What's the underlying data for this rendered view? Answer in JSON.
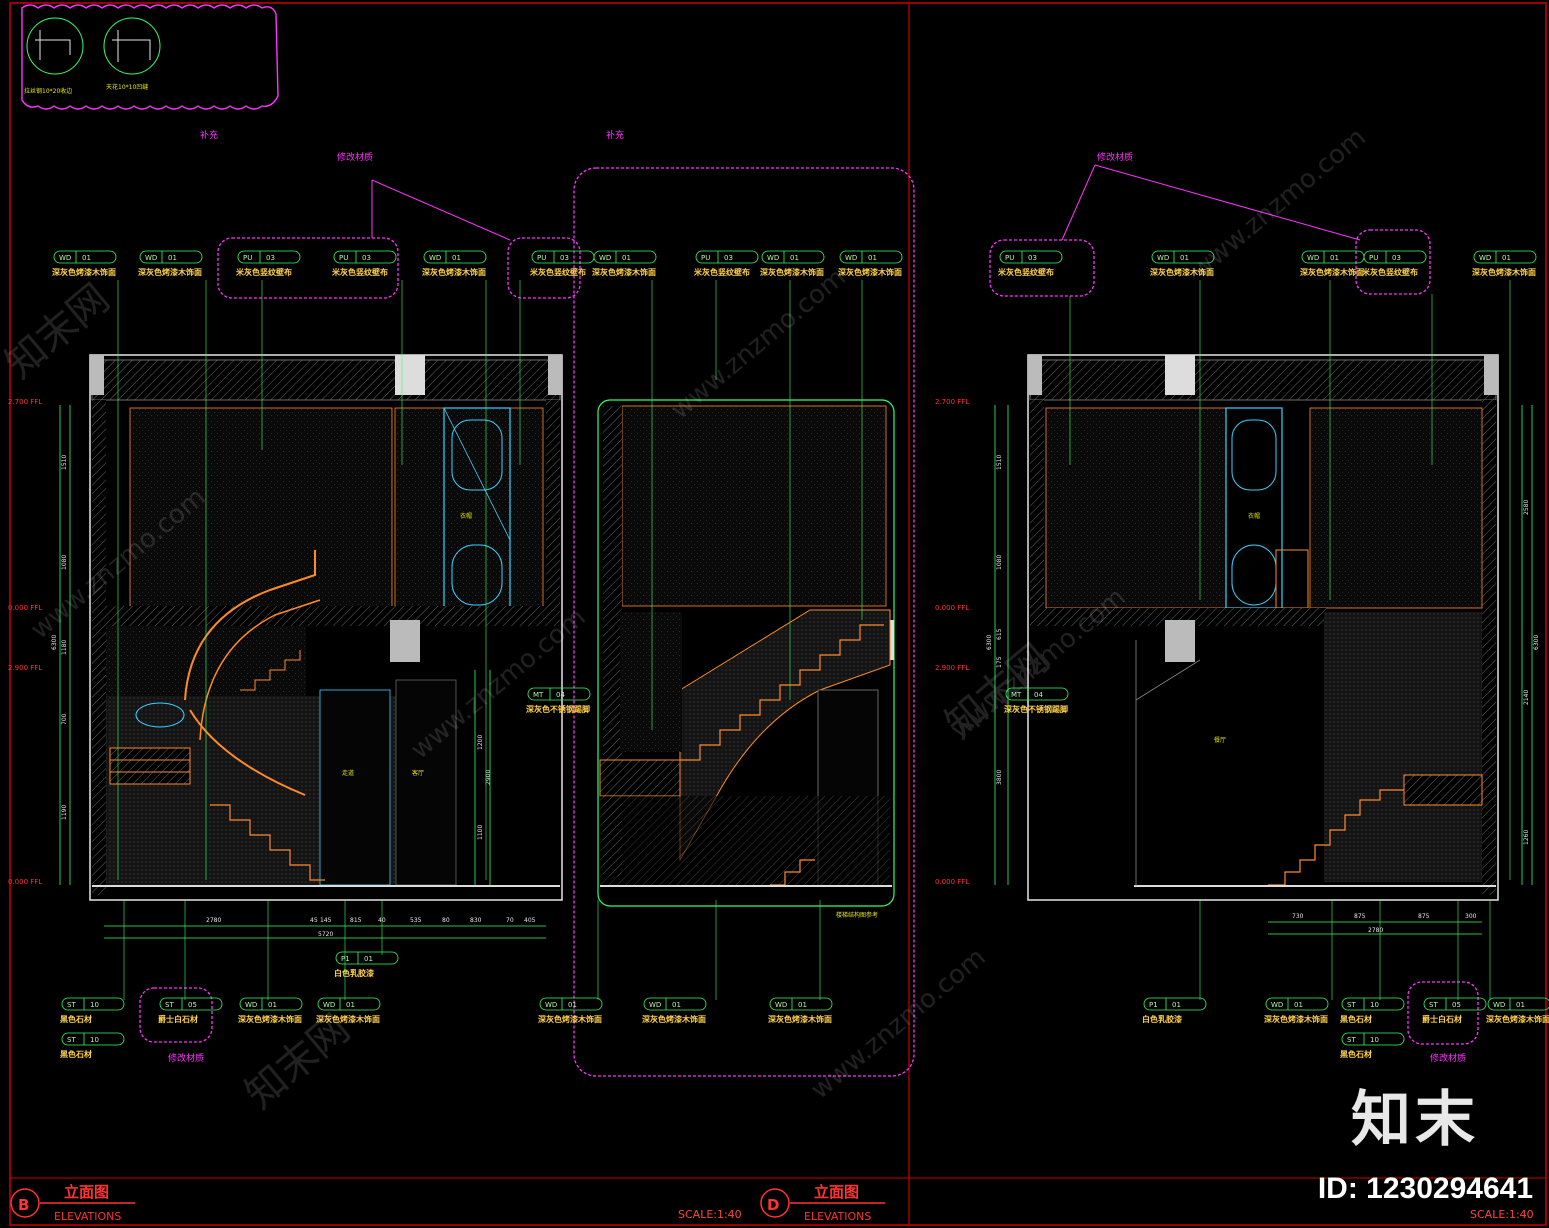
{
  "sheet": {
    "left_view": {
      "letter": "B",
      "title": "立面图",
      "subtitle": "ELEVATIONS",
      "scale": "SCALE:1:40"
    },
    "right_view": {
      "letter": "D",
      "title": "立面图",
      "subtitle": "ELEVATIONS",
      "scale": "SCALE:1:40"
    }
  },
  "details": {
    "detail1": "拉丝钢10*20收边",
    "detail2": "天花10*10凹缝"
  },
  "notes": {
    "supplement1": "补充",
    "supplement2": "补充",
    "revise1": "修改材质",
    "revise2": "修改材质",
    "revise3": "修改材质",
    "revise4": "修改材质",
    "stair_note": "楼梯结构图参考"
  },
  "top_tags": [
    {
      "code": "WD",
      "num": "01",
      "label": "深灰色烤漆木饰面"
    },
    {
      "code": "WD",
      "num": "01",
      "label": "深灰色烤漆木饰面"
    },
    {
      "code": "PU",
      "num": "03",
      "label": "米灰色竖纹壁布"
    },
    {
      "code": "PU",
      "num": "03",
      "label": "米灰色竖纹壁布"
    },
    {
      "code": "WD",
      "num": "01",
      "label": "深灰色烤漆木饰面"
    },
    {
      "code": "PU",
      "num": "03",
      "label": "米灰色竖纹壁布"
    },
    {
      "code": "WD",
      "num": "01",
      "label": "深灰色烤漆木饰面"
    },
    {
      "code": "PU",
      "num": "03",
      "label": "米灰色竖纹壁布"
    },
    {
      "code": "WD",
      "num": "01",
      "label": "深灰色烤漆木饰面"
    },
    {
      "code": "WD",
      "num": "01",
      "label": "深灰色烤漆木饰面"
    },
    {
      "code": "PU",
      "num": "03",
      "label": "米灰色竖纹壁布"
    },
    {
      "code": "WD",
      "num": "01",
      "label": "深灰色烤漆木饰面"
    },
    {
      "code": "WD",
      "num": "01",
      "label": "深灰色烤漆木饰面"
    },
    {
      "code": "PU",
      "num": "03",
      "label": "米灰色竖纹壁布"
    },
    {
      "code": "WD",
      "num": "01",
      "label": "深灰色烤漆木饰面"
    }
  ],
  "mid_tags": [
    {
      "code": "MT",
      "num": "04",
      "label": "深灰色不锈钢踢脚"
    },
    {
      "code": "MT",
      "num": "04",
      "label": "深灰色不锈钢踢脚"
    }
  ],
  "bottom_tags": [
    {
      "code": "ST",
      "num": "10",
      "label": "黑色石材"
    },
    {
      "code": "ST",
      "num": "10",
      "label": "黑色石材"
    },
    {
      "code": "ST",
      "num": "05",
      "label": "爵士白石材"
    },
    {
      "code": "WD",
      "num": "01",
      "label": "深灰色烤漆木饰面"
    },
    {
      "code": "WD",
      "num": "01",
      "label": "深灰色烤漆木饰面"
    },
    {
      "code": "P1",
      "num": "01",
      "label": "白色乳胶漆"
    },
    {
      "code": "WD",
      "num": "01",
      "label": "深灰色烤漆木饰面"
    },
    {
      "code": "WD",
      "num": "01",
      "label": "深灰色烤漆木饰面"
    },
    {
      "code": "WD",
      "num": "01",
      "label": "深灰色烤漆木饰面"
    },
    {
      "code": "P1",
      "num": "01",
      "label": "白色乳胶漆"
    },
    {
      "code": "WD",
      "num": "01",
      "label": "深灰色烤漆木饰面"
    },
    {
      "code": "ST",
      "num": "10",
      "label": "黑色石材"
    },
    {
      "code": "ST",
      "num": "10",
      "label": "黑色石材"
    },
    {
      "code": "ST",
      "num": "05",
      "label": "爵士白石材"
    },
    {
      "code": "WD",
      "num": "01",
      "label": "深灰色烤漆木饰面"
    }
  ],
  "levels": {
    "l1": "2.700 FFL",
    "l2": "0.000 FFL",
    "l3": "2.900 FFL",
    "l4": "0.000 FFL",
    "r1": "2.700 FFL",
    "r2": "0.000 FFL",
    "r3": "2.900 FFL",
    "r4": "0.000 FFL"
  },
  "dims": {
    "left_v": [
      "1510",
      "1080",
      "6300",
      "1180",
      "700",
      "1190"
    ],
    "left_h": [
      "2780",
      "45",
      "145",
      "815",
      "40",
      "535",
      "80",
      "830",
      "70",
      "405"
    ],
    "left_total": "5720",
    "right_h": [
      "730",
      "875",
      "875",
      "300"
    ],
    "right_total": "2780",
    "right_v": [
      "2580",
      "6300",
      "2140",
      "1260"
    ],
    "mid_v": [
      "1510",
      "1080",
      "6300",
      "615",
      "175",
      "3800"
    ],
    "left_r_v": [
      "1200",
      "2900",
      "1100"
    ]
  },
  "room_labels": {
    "a": "走道",
    "b": "客厅",
    "c": "衣帽",
    "d": "衣帽",
    "e": "餐厅"
  },
  "watermark": {
    "site": "www.znzmo.com",
    "cn": "知末网",
    "logo": "知末",
    "id": "ID: 1230294641"
  },
  "colors": {
    "bg": "#000000",
    "frame": "#cc0000",
    "cloud": "#ff33ff",
    "tag": "#b7f7a0",
    "wall": "#e6e6e6",
    "stair": "#ff8a2a",
    "glass": "#39d0ff"
  }
}
